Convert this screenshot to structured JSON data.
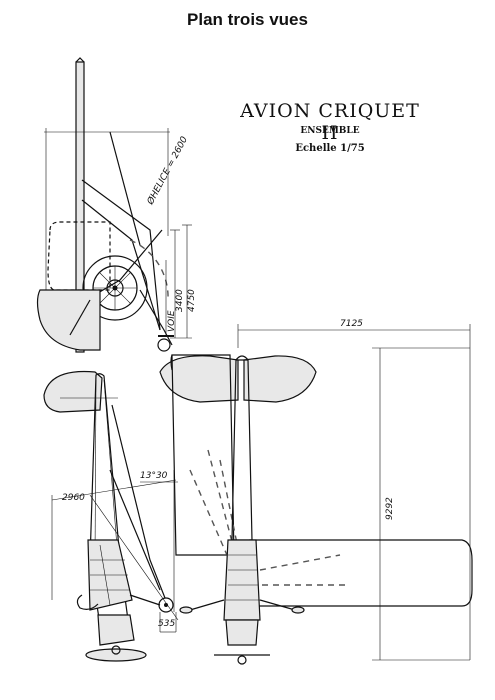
{
  "page": {
    "title": "Plan trois vues"
  },
  "plan": {
    "title": "AVION CRIQUET II",
    "subtitle": "ENSEMBLE",
    "scale": "Echelle 1/75"
  },
  "dimensions": {
    "prop_diameter": "ØHELICE = 2600",
    "track_voie": "VOIE",
    "height_3400": "3400",
    "height_4750": "4750",
    "span_7125": "7125",
    "length_9292": "9292",
    "dim_2960": "2960",
    "angle_13f30": "13°30",
    "dim_535": "535"
  }
}
